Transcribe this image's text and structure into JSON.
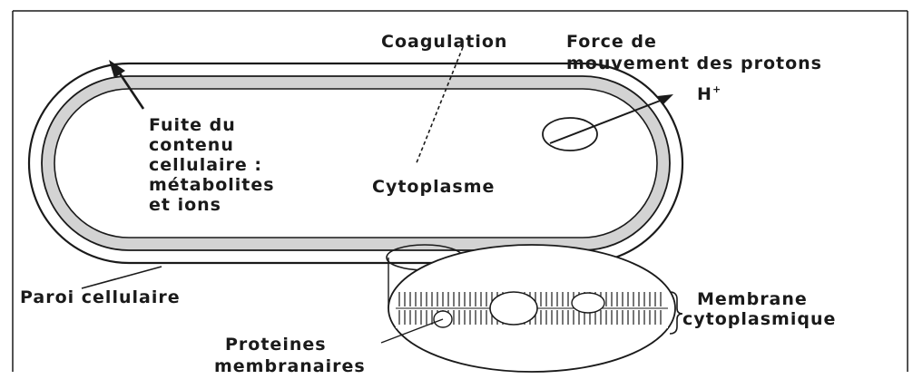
{
  "diagram": {
    "labels": {
      "coagulation": "Coagulation",
      "force_line1": "Force de",
      "force_line2": "mouvement des protons",
      "proton": "H",
      "proton_sup": "+",
      "leak_line1": "Fuite du",
      "leak_line2": "contenu",
      "leak_line3": "cellulaire :",
      "leak_line4": "métabolites",
      "leak_line5": "et ions",
      "cytoplasm": "Cytoplasme",
      "cell_wall": "Paroi cellulaire",
      "membrane_line1": "Membrane",
      "membrane_line2": "cytoplasmique",
      "proteins_line1": "Proteines",
      "proteins_line2": "membranaires"
    },
    "colors": {
      "outline": "#1a1a1a",
      "membrane_band": "#d3d3d3",
      "background": "#ffffff"
    }
  }
}
